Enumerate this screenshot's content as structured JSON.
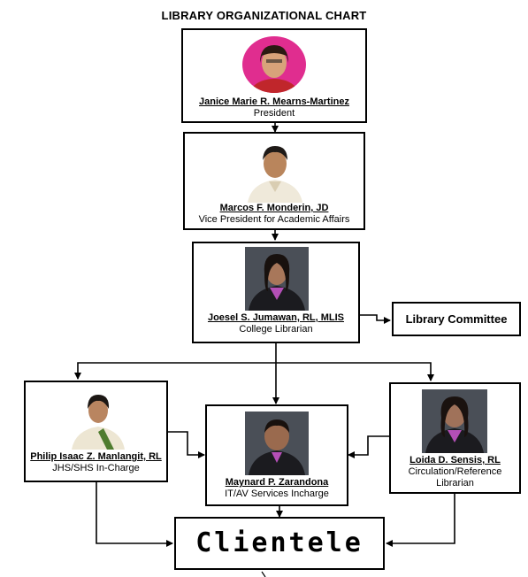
{
  "title": "LIBRARY ORGANIZATIONAL CHART",
  "president": {
    "name": "Janice Marie R. Mearns-Martinez",
    "role": "President"
  },
  "vp": {
    "name": "Marcos F. Monderin, JD",
    "role": "Vice President for Academic Affairs"
  },
  "librarian": {
    "name": "Joesel S. Jumawan, RL, MLIS",
    "role": "College Librarian"
  },
  "committee": {
    "label": "Library Committee"
  },
  "jhs": {
    "name": "Philip Isaac Z. Manlangit, RL",
    "role": "JHS/SHS In-Charge"
  },
  "itav": {
    "name": "Maynard P. Zarandona",
    "role": "IT/AV Services Incharge"
  },
  "circ": {
    "name": "Loida D. Sensis, RL",
    "role_line1": "Circulation/Reference",
    "role_line2": "Librarian"
  },
  "clientele": {
    "label": "Clientele"
  }
}
